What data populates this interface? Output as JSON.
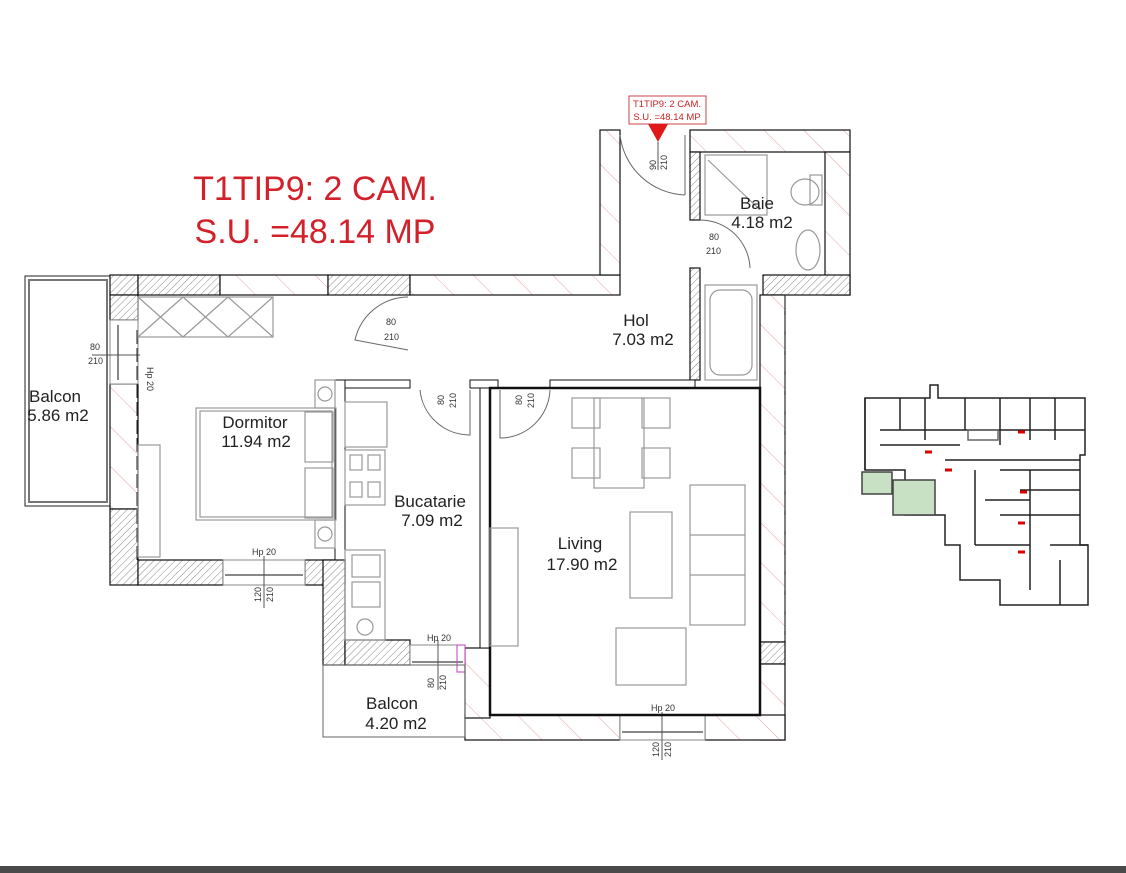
{
  "plan": {
    "title_line1": "T1TIP9: 2 CAM.",
    "title_line2": "S.U. =48.14 MP",
    "marker_line1": "T1TIP9: 2 CAM.",
    "marker_line2": "S.U. =48.14 MP",
    "accent_color": "#d3212b",
    "rooms": [
      {
        "name": "Baie",
        "area": "4.18 m2"
      },
      {
        "name": "Hol",
        "area": "7.03 m2"
      },
      {
        "name": "Dormitor",
        "area": "11.94 m2"
      },
      {
        "name": "Balcon",
        "area": "5.86 m2"
      },
      {
        "name": "Bucatarie",
        "area": "7.09 m2"
      },
      {
        "name": "Living",
        "area": "17.90 m2"
      },
      {
        "name": "Balcon",
        "area": "4.20 m2"
      }
    ],
    "doors": [
      {
        "w": "90",
        "h": "210"
      },
      {
        "w": "80",
        "h": "210"
      },
      {
        "w": "80",
        "h": "210"
      },
      {
        "w": "80",
        "h": "210"
      },
      {
        "w": "80",
        "h": "210"
      },
      {
        "w": "80",
        "h": "210"
      },
      {
        "w": "80",
        "h": "210"
      }
    ],
    "windows": [
      {
        "sill": "Hp 20",
        "w": "120",
        "h": "210"
      },
      {
        "sill": "Hp 20",
        "w": "120",
        "h": "210"
      },
      {
        "sill": "Hp 20"
      },
      {
        "sill": "Hp 20"
      }
    ]
  }
}
